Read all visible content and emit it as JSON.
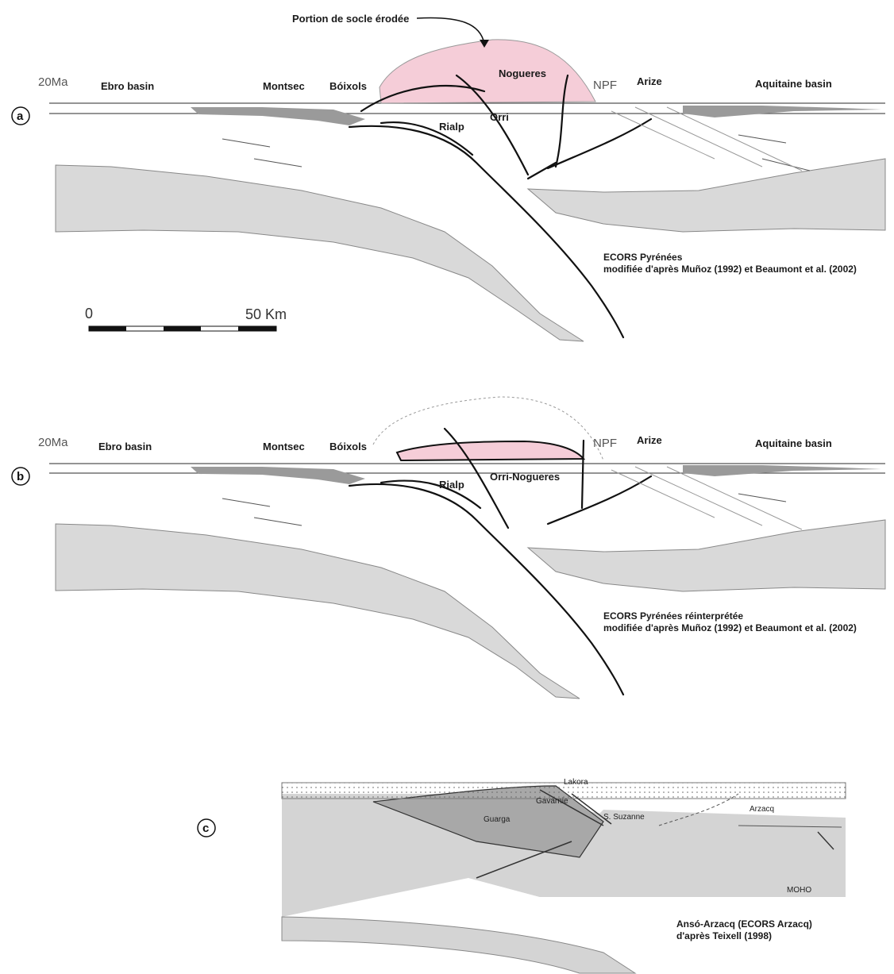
{
  "top_label": "Portion de socle érodée",
  "panel_a": {
    "marker": "a",
    "age": "20Ma",
    "labels": {
      "ebro": "Ebro basin",
      "montsec": "Montsec",
      "boixols": "Bóixols",
      "nogueres": "Nogueres",
      "npf": "NPF",
      "arize": "Arize",
      "aquitaine": "Aquitaine basin",
      "rialp": "Rialp",
      "orri": "Orri"
    },
    "caption_line1": "ECORS Pyrénées",
    "caption_line2": "modifiée d'après Muñoz (1992) et Beaumont et al. (2002)"
  },
  "scale": {
    "start": "0",
    "end": "50 Km"
  },
  "panel_b": {
    "marker": "b",
    "age": "20Ma",
    "labels": {
      "ebro": "Ebro basin",
      "montsec": "Montsec",
      "boixols": "Bóixols",
      "npf": "NPF",
      "arize": "Arize",
      "aquitaine": "Aquitaine basin",
      "rialp": "Rialp",
      "orri_nogueres": "Orri-Nogueres"
    },
    "caption_line1": "ECORS Pyrénées réinterprétée",
    "caption_line2": "modifiée d'après Muñoz (1992) et Beaumont et al. (2002)"
  },
  "panel_c": {
    "marker": "c",
    "labels": {
      "lakora": "Lakora",
      "gavarnie": "Gavarnie",
      "guarga": "Guarga",
      "suzanne": "S. Suzanne",
      "arzacq": "Arzacq",
      "moho": "MOHO"
    },
    "caption_line1": "Ansó-Arzacq (ECORS Arzacq)",
    "caption_line2": "d'après Teixell (1998)"
  },
  "colors": {
    "eroded_basement": "#f5cdd8",
    "crust_grey": "#d9d9d9",
    "basin_grey": "#9a9a9a",
    "fault": "#111111"
  }
}
